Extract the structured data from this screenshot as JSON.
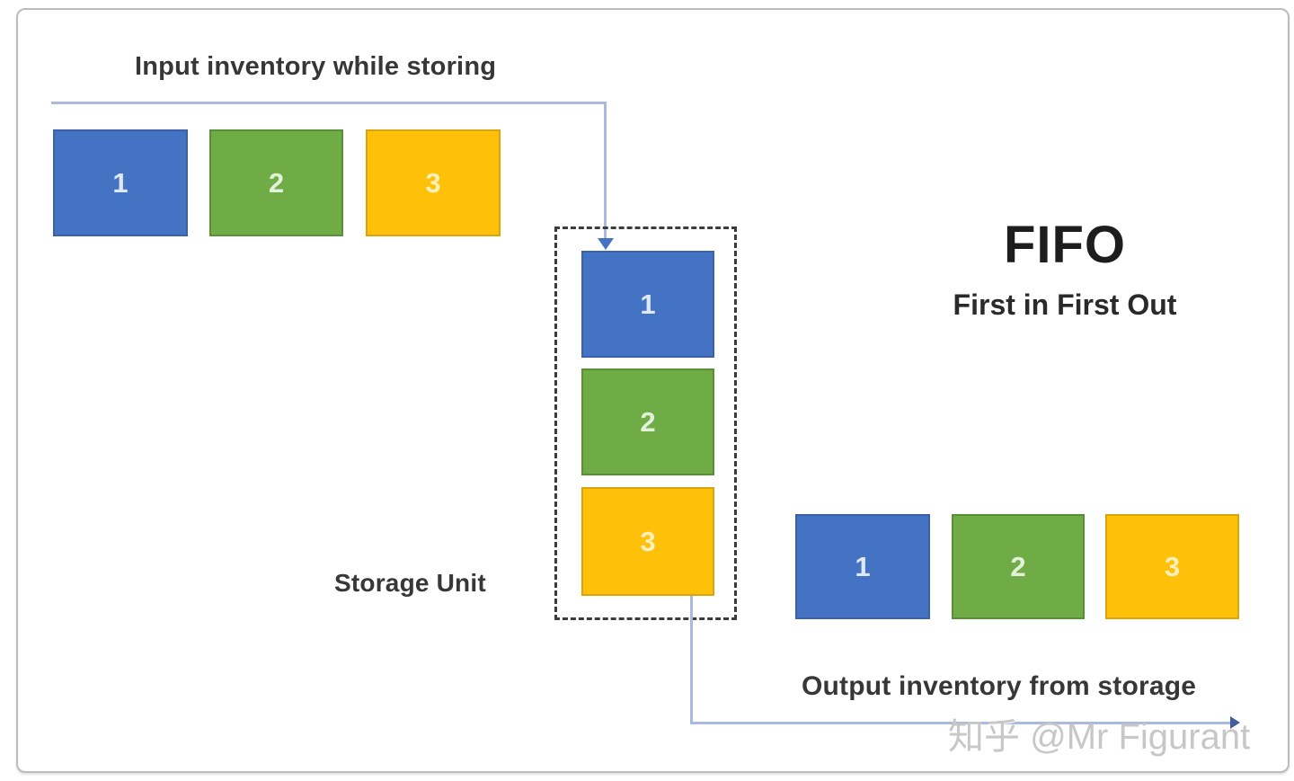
{
  "diagram": {
    "title": "FIFO",
    "subtitle": "First in First Out",
    "labels": {
      "input": "Input inventory while storing",
      "storage": "Storage Unit",
      "output": "Output inventory from storage"
    },
    "watermark": "知乎 @Mr Figurant",
    "input_row": [
      {
        "label": "1",
        "color": "blue"
      },
      {
        "label": "2",
        "color": "green"
      },
      {
        "label": "3",
        "color": "yellow"
      }
    ],
    "storage_stack": [
      {
        "label": "1",
        "color": "blue"
      },
      {
        "label": "2",
        "color": "green"
      },
      {
        "label": "3",
        "color": "yellow"
      }
    ],
    "output_row": [
      {
        "label": "1",
        "color": "blue"
      },
      {
        "label": "2",
        "color": "green"
      },
      {
        "label": "3",
        "color": "yellow"
      }
    ],
    "colors": {
      "box_blue": "#4573C4",
      "box_green": "#6FAC46",
      "box_yellow": "#FEC008",
      "connector": "#A9BADE",
      "arrowhead": "#4472C4",
      "dashed_border": "#3C3C3C",
      "label_text": "#373737",
      "watermark_text": "#C7C7C7"
    }
  }
}
